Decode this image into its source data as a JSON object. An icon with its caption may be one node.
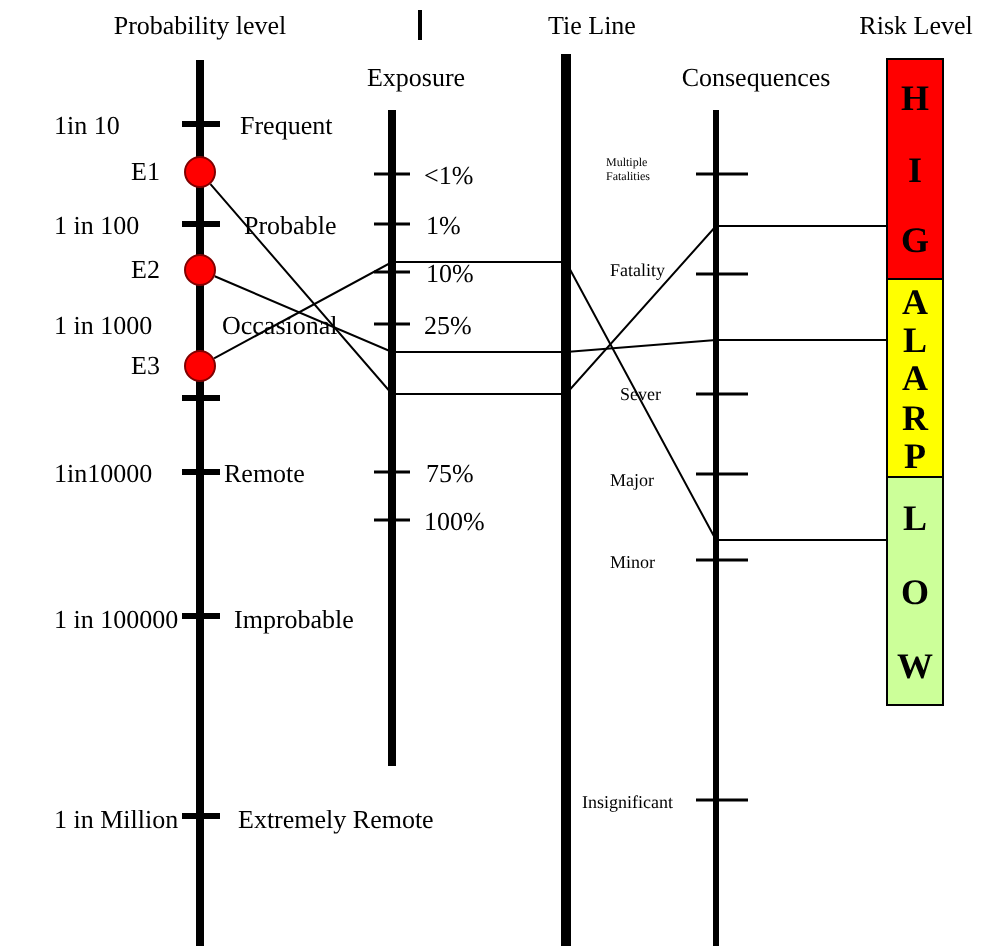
{
  "diagram": {
    "nodes": [
      {
        "text": [
          "E1"
        ]
      },
      {
        "text": [
          "E2"
        ]
      },
      {
        "text": [
          "E3"
        ]
      },
      {
        "text": [
          "H I G"
        ]
      },
      {
        "text": [
          "A L A R P"
        ]
      },
      {
        "text": [
          "L O W"
        ]
      }
    ],
    "edges": [
      {
        "from": 0,
        "to": 3,
        "arrow": "none"
      },
      {
        "from": 1,
        "to": 4,
        "arrow": "none"
      },
      {
        "from": 2,
        "to": 5,
        "arrow": "none"
      }
    ],
    "labels": [
      "Probability level",
      "Tie Line",
      "Risk Level",
      "Exposure",
      "Consequences",
      "1in 10",
      "Frequent",
      "<1%",
      "Multiple Fatalities",
      "1 in 100",
      "Probable",
      "1%",
      "10%",
      "Fatality",
      "1 in 1000",
      "Occasional",
      "25%",
      "Sever",
      "1in10000",
      "Remote",
      "75%",
      "Major",
      "100%",
      "Minor",
      "1 in 100000",
      "Improbable",
      "Insignificant",
      "1 in Million",
      "Extremely Remote"
    ]
  }
}
